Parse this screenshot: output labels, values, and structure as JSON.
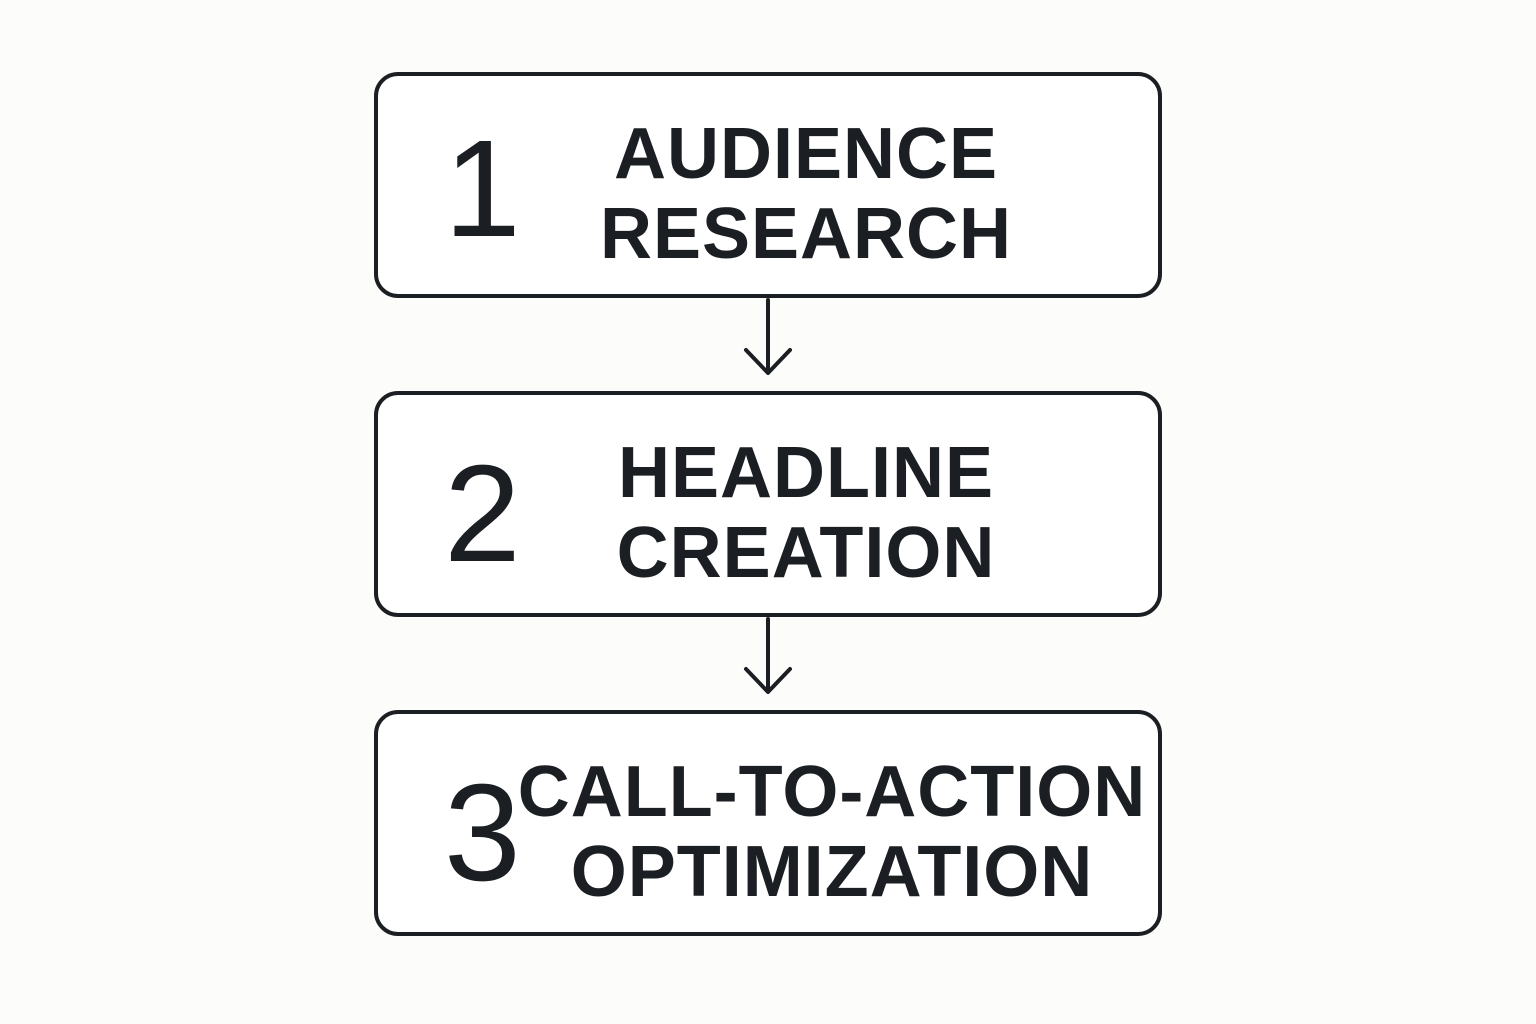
{
  "steps": [
    {
      "number": "1",
      "line1": "AUDIENCE",
      "line2": "RESEARCH"
    },
    {
      "number": "2",
      "line1": "HEADLINE",
      "line2": "CREATION"
    },
    {
      "number": "3",
      "line1": "CALL-TO-ACTION",
      "line2": "OPTIMIZATION"
    }
  ],
  "colors": {
    "stroke": "#1b1e22",
    "background": "#fcfcfb"
  }
}
